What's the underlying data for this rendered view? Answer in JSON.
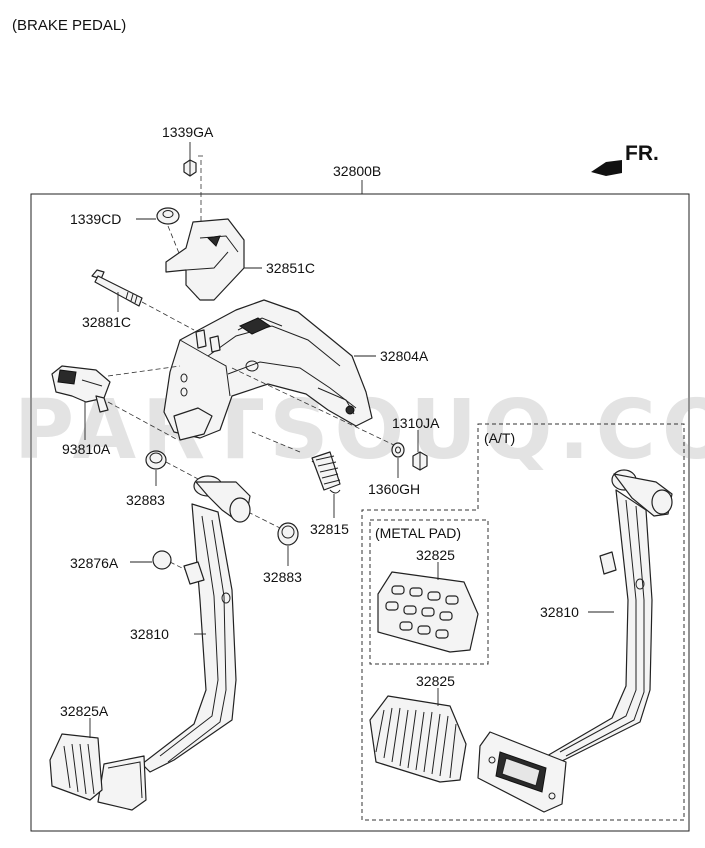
{
  "header": {
    "title": "(BRAKE PEDAL)"
  },
  "direction": {
    "label": "FR."
  },
  "watermark": {
    "text": "PARTSOUQ.COM"
  },
  "assembly": {
    "label": "32800B"
  },
  "groups": {
    "at": {
      "label": "(A/T)"
    },
    "metal_pad": {
      "label": "(METAL PAD)"
    }
  },
  "parts": {
    "p1339GA": "1339GA",
    "p1339CD": "1339CD",
    "p32851C": "32851C",
    "p32881C": "32881C",
    "p32804A": "32804A",
    "p93810A": "93810A",
    "p1310JA": "1310JA",
    "p1360GH": "1360GH",
    "p32883_left": "32883",
    "p32815": "32815",
    "p32876A": "32876A",
    "p32883_right": "32883",
    "p32810_left": "32810",
    "p32825A": "32825A",
    "p32825_metal": "32825",
    "p32825_at": "32825",
    "p32810_at": "32810"
  }
}
